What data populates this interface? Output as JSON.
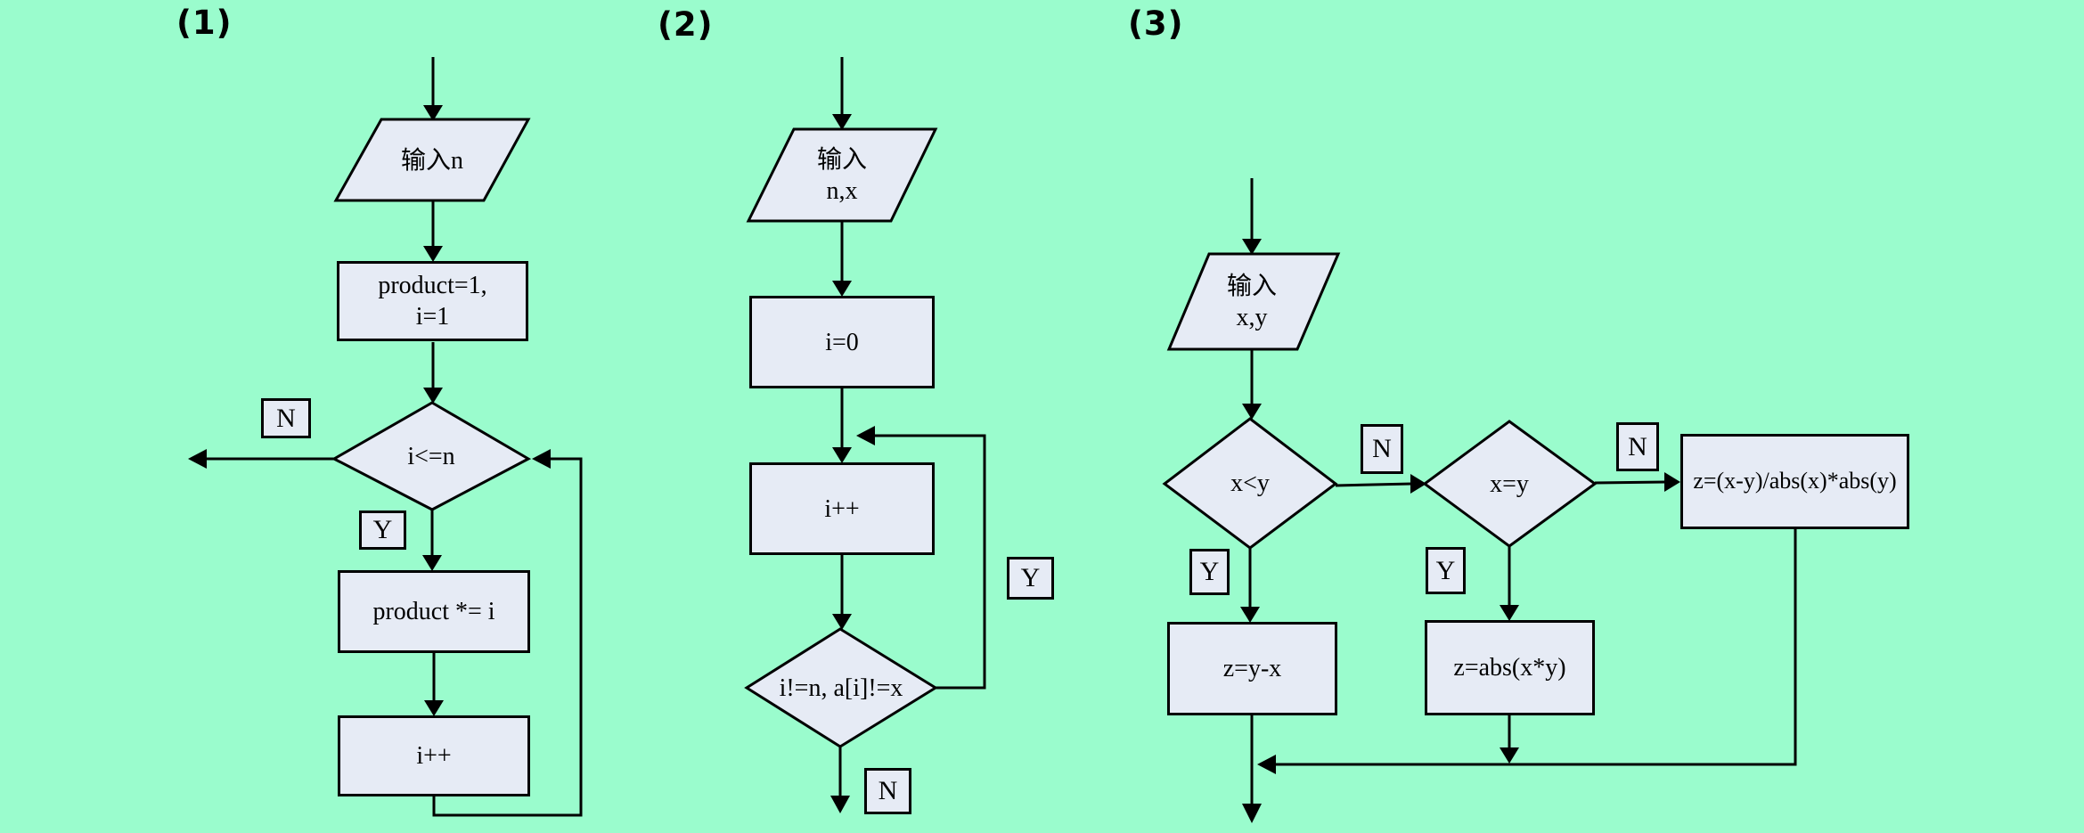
{
  "colors": {
    "background": "#9afccd",
    "shape_fill": "#e6ebf5",
    "line": "#000000"
  },
  "fc1": {
    "label": "(1)",
    "input": "输入n",
    "init_line1": "product=1,",
    "init_line2": "i=1",
    "condition": "i<=n",
    "no": "N",
    "yes": "Y",
    "multiply": "product *= i",
    "increment": "i++"
  },
  "fc2": {
    "label": "(2)",
    "input_line1": "输入",
    "input_line2": "n,x",
    "init": "i=0",
    "increment": "i++",
    "condition": "i!=n, a[i]!=x",
    "yes": "Y",
    "no": "N"
  },
  "fc3": {
    "label": "(3)",
    "input_line1": "输入",
    "input_line2": "x,y",
    "condition1": "x<y",
    "condition1_no": "N",
    "condition1_yes": "Y",
    "condition2": "x=y",
    "condition2_no": "N",
    "condition2_yes": "Y",
    "assign_yes1": "z=y-x",
    "assign_yes2": "z=abs(x*y)",
    "assign_no": "z=(x-y)/abs(x)*abs(y)"
  }
}
